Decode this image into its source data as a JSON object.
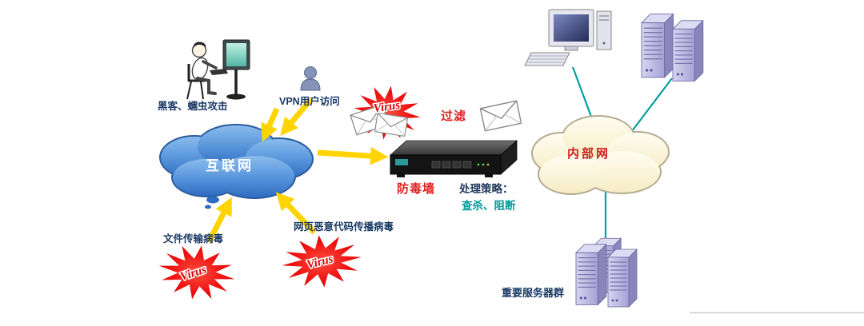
{
  "diagram": {
    "background": "#ffffff",
    "nodes": {
      "hacker_label": "黑客、蠕虫攻击",
      "vpn_label": "VPN用户访问",
      "internet_label": "互联网",
      "virus_badge": "Virus",
      "filter_label": "过滤",
      "firewall_label": "防毒墙",
      "strategy_heading": "处理策略：",
      "strategy_actions": "查杀、阻断",
      "intranet_label": "内部网",
      "file_virus_label": "文件传输病毒",
      "web_virus_label": "网页恶意代码传播病毒",
      "server_group_label": "重要服务器群"
    },
    "icons": {
      "hacker-workstation-icon": "person-at-computer",
      "vpn-user-icon": "person-bust",
      "internet-cloud": "cloud",
      "virus-burst-icon": "starburst",
      "envelope-icon": "envelope",
      "firewall-appliance-icon": "rack-device",
      "intranet-cloud": "cloud",
      "desktop-computer-icon": "desktop-pc",
      "server-rack-icon": "server-tower",
      "server-group-icon": "server-towers"
    },
    "colors": {
      "arrow_yellow": "#ffd400",
      "virus_red": "#e60000",
      "internet_cloud_blue": "#3a78cc",
      "intranet_cloud_cream": "#fdf6d6",
      "connector_teal": "#00a0a0",
      "label_navy": "#1a3a66",
      "label_red": "#e02020",
      "label_teal": "#009a9a",
      "server_purple": "#b4b0dc"
    }
  }
}
